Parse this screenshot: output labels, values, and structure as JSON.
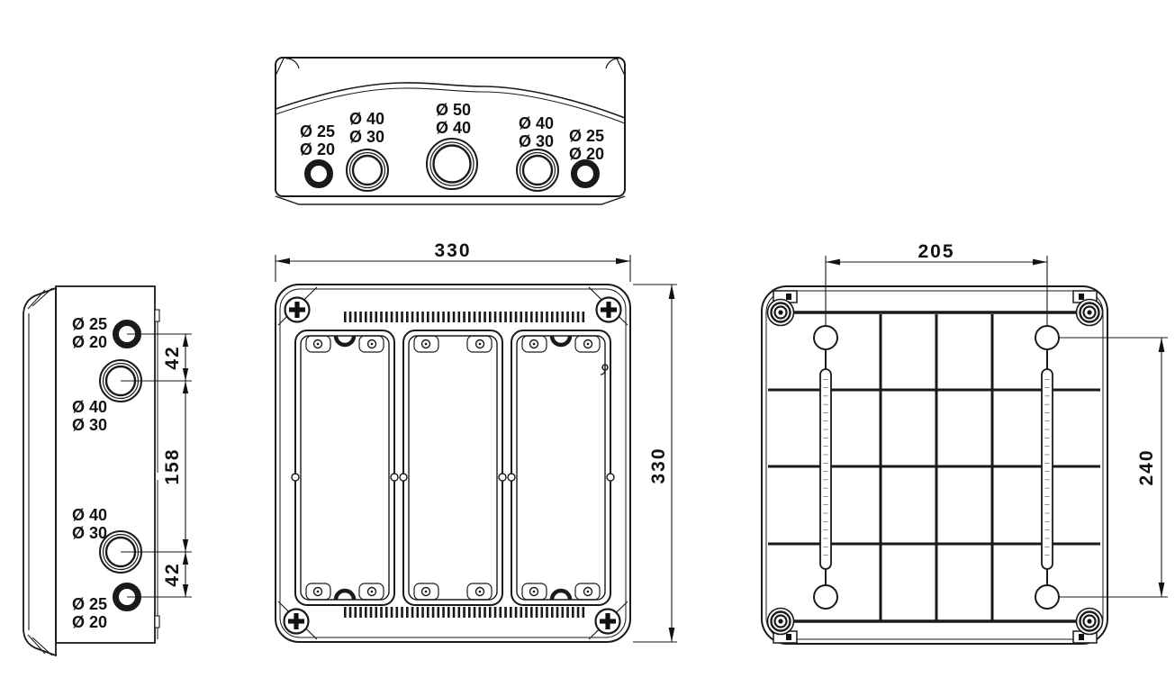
{
  "views": {
    "top": {
      "hole_labels": [
        {
          "l1": "Ø 25",
          "l2": "Ø 20"
        },
        {
          "l1": "Ø 40",
          "l2": "Ø 30"
        },
        {
          "l1": "Ø 50",
          "l2": "Ø 40"
        },
        {
          "l1": "Ø 40",
          "l2": "Ø 30"
        },
        {
          "l1": "Ø 25",
          "l2": "Ø 20"
        }
      ]
    },
    "side": {
      "hole_labels": [
        {
          "l1": "Ø 25",
          "l2": "Ø 20"
        },
        {
          "l1": "Ø 40",
          "l2": "Ø 30"
        },
        {
          "l1": "Ø 40",
          "l2": "Ø 30"
        },
        {
          "l1": "Ø 25",
          "l2": "Ø 20"
        }
      ],
      "spacing_dims": [
        "42",
        "158",
        "42"
      ]
    },
    "front": {
      "width_dim": "330",
      "height_dim": "330"
    },
    "back": {
      "hole_spacing_horizontal": "205",
      "hole_spacing_vertical": "240"
    }
  },
  "colors": {
    "line": "#1a1a1a",
    "background": "#ffffff"
  }
}
